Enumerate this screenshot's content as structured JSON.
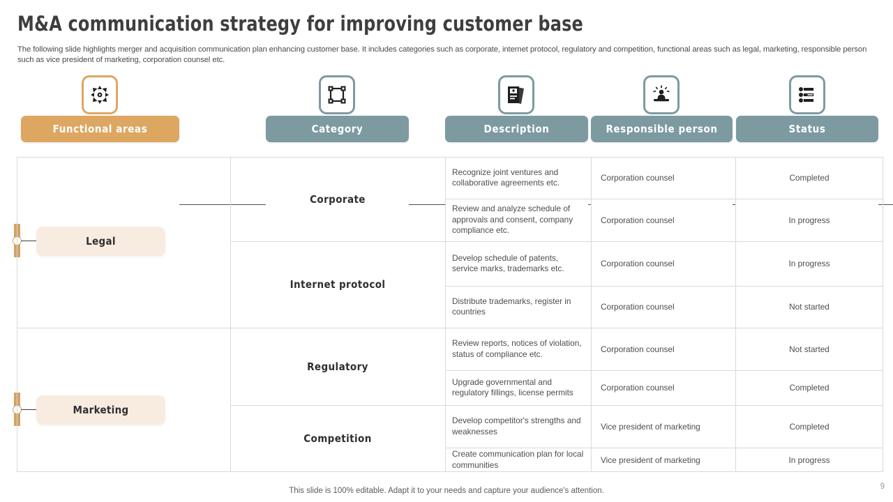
{
  "slide": {
    "title": "M&A communication strategy for improving customer base",
    "subtitle": "The following slide highlights merger and acquisition communication plan enhancing customer base. It includes categories such as corporate, internet protocol, regulatory and competition, functional areas such as legal, marketing, responsible person such as vice president of marketing, corporation counsel etc.",
    "footer_note": "This slide is 100% editable. Adapt it to your needs and capture your audience's attention.",
    "page_number": "9"
  },
  "colors": {
    "accent_orange": "#dda762",
    "accent_teal": "#7d9aa1",
    "pill_background": "#f8ece1",
    "grid_line": "#d9d9d9",
    "rail": "#d3a263"
  },
  "banners": [
    {
      "label": "Functional  areas",
      "icon": "expand-arrows-icon",
      "color": "#dda762"
    },
    {
      "label": "Category",
      "icon": "nodes-network-icon",
      "color": "#7d9aa1"
    },
    {
      "label": "Description",
      "icon": "documents-icon",
      "color": "#7d9aa1"
    },
    {
      "label": "Responsible  person",
      "icon": "person-speaker-icon",
      "color": "#7d9aa1"
    },
    {
      "label": "Status",
      "icon": "checklist-sliders-icon",
      "color": "#7d9aa1"
    }
  ],
  "functional_areas": [
    {
      "label": "Legal"
    },
    {
      "label": "Marketing"
    }
  ],
  "categories": [
    {
      "label": "Corporate"
    },
    {
      "label": "Internet  protocol"
    },
    {
      "label": "Regulatory"
    },
    {
      "label": "Competition"
    }
  ],
  "rows": [
    {
      "description": "Recognize  joint ventures  and collaborative  agreements  etc.",
      "responsible": "Corporation  counsel",
      "status": "Completed"
    },
    {
      "description": "Review  and analyze schedule of approvals  and consent, company compliance etc.",
      "responsible": "Corporation  counsel",
      "status": "In progress"
    },
    {
      "description": "Develop  schedule of patents, service  marks, trademarks  etc.",
      "responsible": "Corporation  counsel",
      "status": "In progress"
    },
    {
      "description": "Distribute trademarks, register in countries",
      "responsible": "Corporation  counsel",
      "status": "Not started"
    },
    {
      "description": "Review  reports,  notices of violation,  status of compliance etc.",
      "responsible": "Corporation  counsel",
      "status": "Not started"
    },
    {
      "description": "Upgrade governmental  and regulatory  fillings, license permits",
      "responsible": "Corporation  counsel",
      "status": "Completed"
    },
    {
      "description": "Develop  competitor's strengths and weaknesses",
      "responsible": "Vice president  of marketing",
      "status": "Completed"
    },
    {
      "description": "Create communication plan for local communities",
      "responsible": "Vice president  of marketing",
      "status": "In progress"
    }
  ]
}
